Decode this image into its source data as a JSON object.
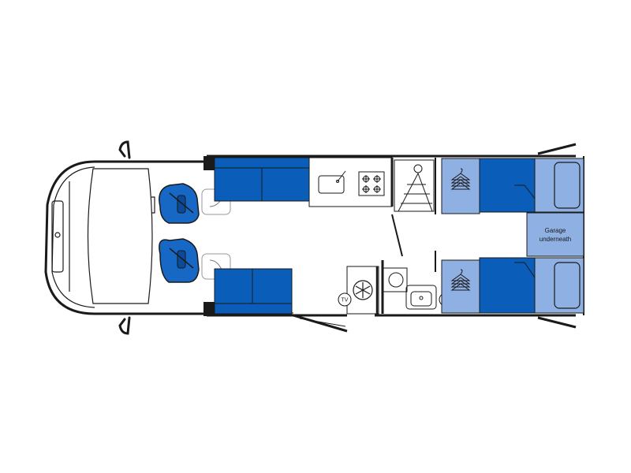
{
  "floorplan": {
    "garage_label_line1": "Garage",
    "garage_label_line2": "underneath",
    "tv_label_left": "TV",
    "tv_label_right": "TV"
  },
  "colors": {
    "upholstery": "#0a5db8",
    "bed_light": "#8fb0e2",
    "outline": "#1a1a1a",
    "cab_seat": "#1767c4"
  },
  "icons": [
    "hanger-icon",
    "snowflake-icon",
    "tv-icon",
    "sink-icon",
    "hob-icon",
    "toilet-icon",
    "washbasin-icon",
    "swivel-arrow-icon"
  ]
}
